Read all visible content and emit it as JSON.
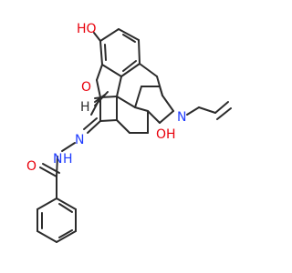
{
  "colors": {
    "bond": "#2b2b2b",
    "oxygen": "#e8000b",
    "nitrogen": "#1f3cff",
    "background": "#ffffff"
  },
  "labels": {
    "ho_top": "HO",
    "o_ring": "O",
    "h_stereo": "H",
    "oh_mid": "OH",
    "n_ring": "N",
    "n_hydrazone": "N",
    "nh": "N",
    "h_nh": "H",
    "o_carbonyl": "O"
  }
}
